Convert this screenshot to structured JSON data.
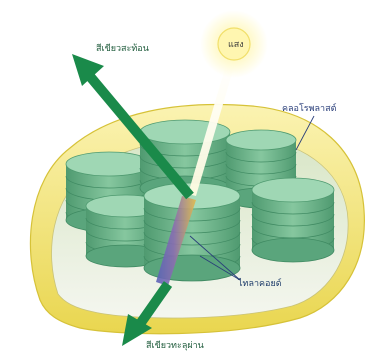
{
  "labels": {
    "green_light_top": "สีเขียวสะท้อน",
    "sunlight": "แสง",
    "chloroplast": "คลอโรพลาสต์",
    "thylakoid": "ไทลาคอยด์",
    "green_light_bottom": "สีเขียวทะลุผ่าน"
  },
  "colors": {
    "outer_membrane": "#f2e06a",
    "stroma": "#eef2ea",
    "granum": "#6fb58d",
    "green_arrow": "#1a8a4a",
    "sun": "#fff6b0"
  }
}
